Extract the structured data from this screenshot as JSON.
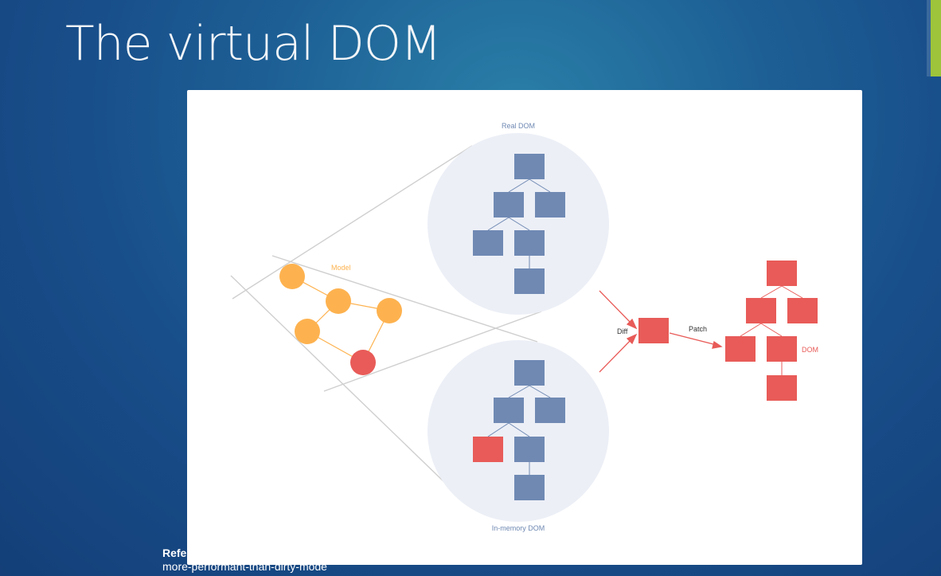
{
  "slide": {
    "title": "The virtual DOM",
    "reference_label": "Refe",
    "reference_url": "more-performant-than-dirty-mode"
  },
  "diagram": {
    "labels": {
      "real_dom": "Real DOM",
      "in_memory_dom": "In-memory DOM",
      "model": "Model",
      "diff": "Diff",
      "patch": "Patch",
      "dom": "DOM"
    },
    "colors": {
      "node_blue": "#6f89b3",
      "node_red": "#e85b58",
      "model_orange": "#fdb24f",
      "model_red": "#e85b58",
      "circle_bg": "#eceff6",
      "accent_green": "#9dc43a"
    }
  }
}
